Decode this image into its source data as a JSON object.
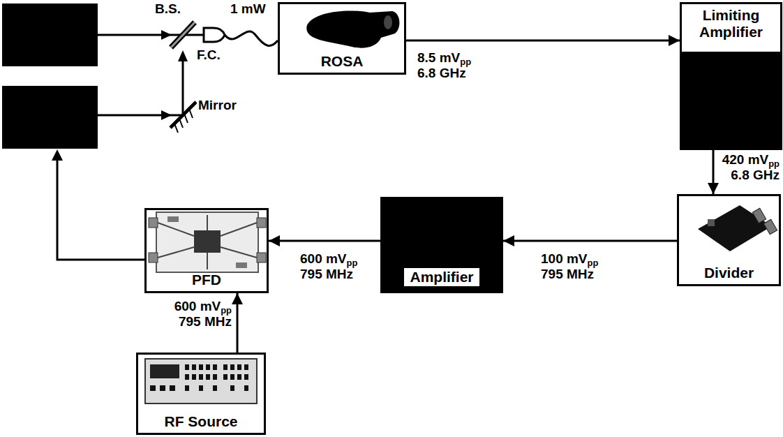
{
  "diagram": {
    "nodes": [
      {
        "text": [
          "ROSA"
        ]
      },
      {
        "text": [
          "Limiting Amplifier"
        ]
      },
      {
        "text": [
          "Divider"
        ]
      },
      {
        "text": [
          "Amplifier"
        ]
      },
      {
        "text": [
          "PFD"
        ]
      },
      {
        "text": [
          "RF Source"
        ]
      }
    ],
    "edges": [
      {
        "from": 0,
        "to": 1,
        "label": "8.5 mVpp 6.8 GHz",
        "arrow": "to"
      },
      {
        "from": 1,
        "to": 2,
        "label": "420 mVpp 6.8 GHz",
        "arrow": "to"
      },
      {
        "from": 2,
        "to": 3,
        "label": "100 mVpp 795 MHz",
        "arrow": "to"
      },
      {
        "from": 3,
        "to": 4,
        "label": "600 mVpp 795 MHz",
        "arrow": "to"
      },
      {
        "from": 5,
        "to": 4,
        "label": "600 mVpp 795 MHz",
        "arrow": "to"
      }
    ],
    "labels": [
      "B.S.",
      "F.C.",
      "1 mW",
      "Mirror"
    ]
  }
}
